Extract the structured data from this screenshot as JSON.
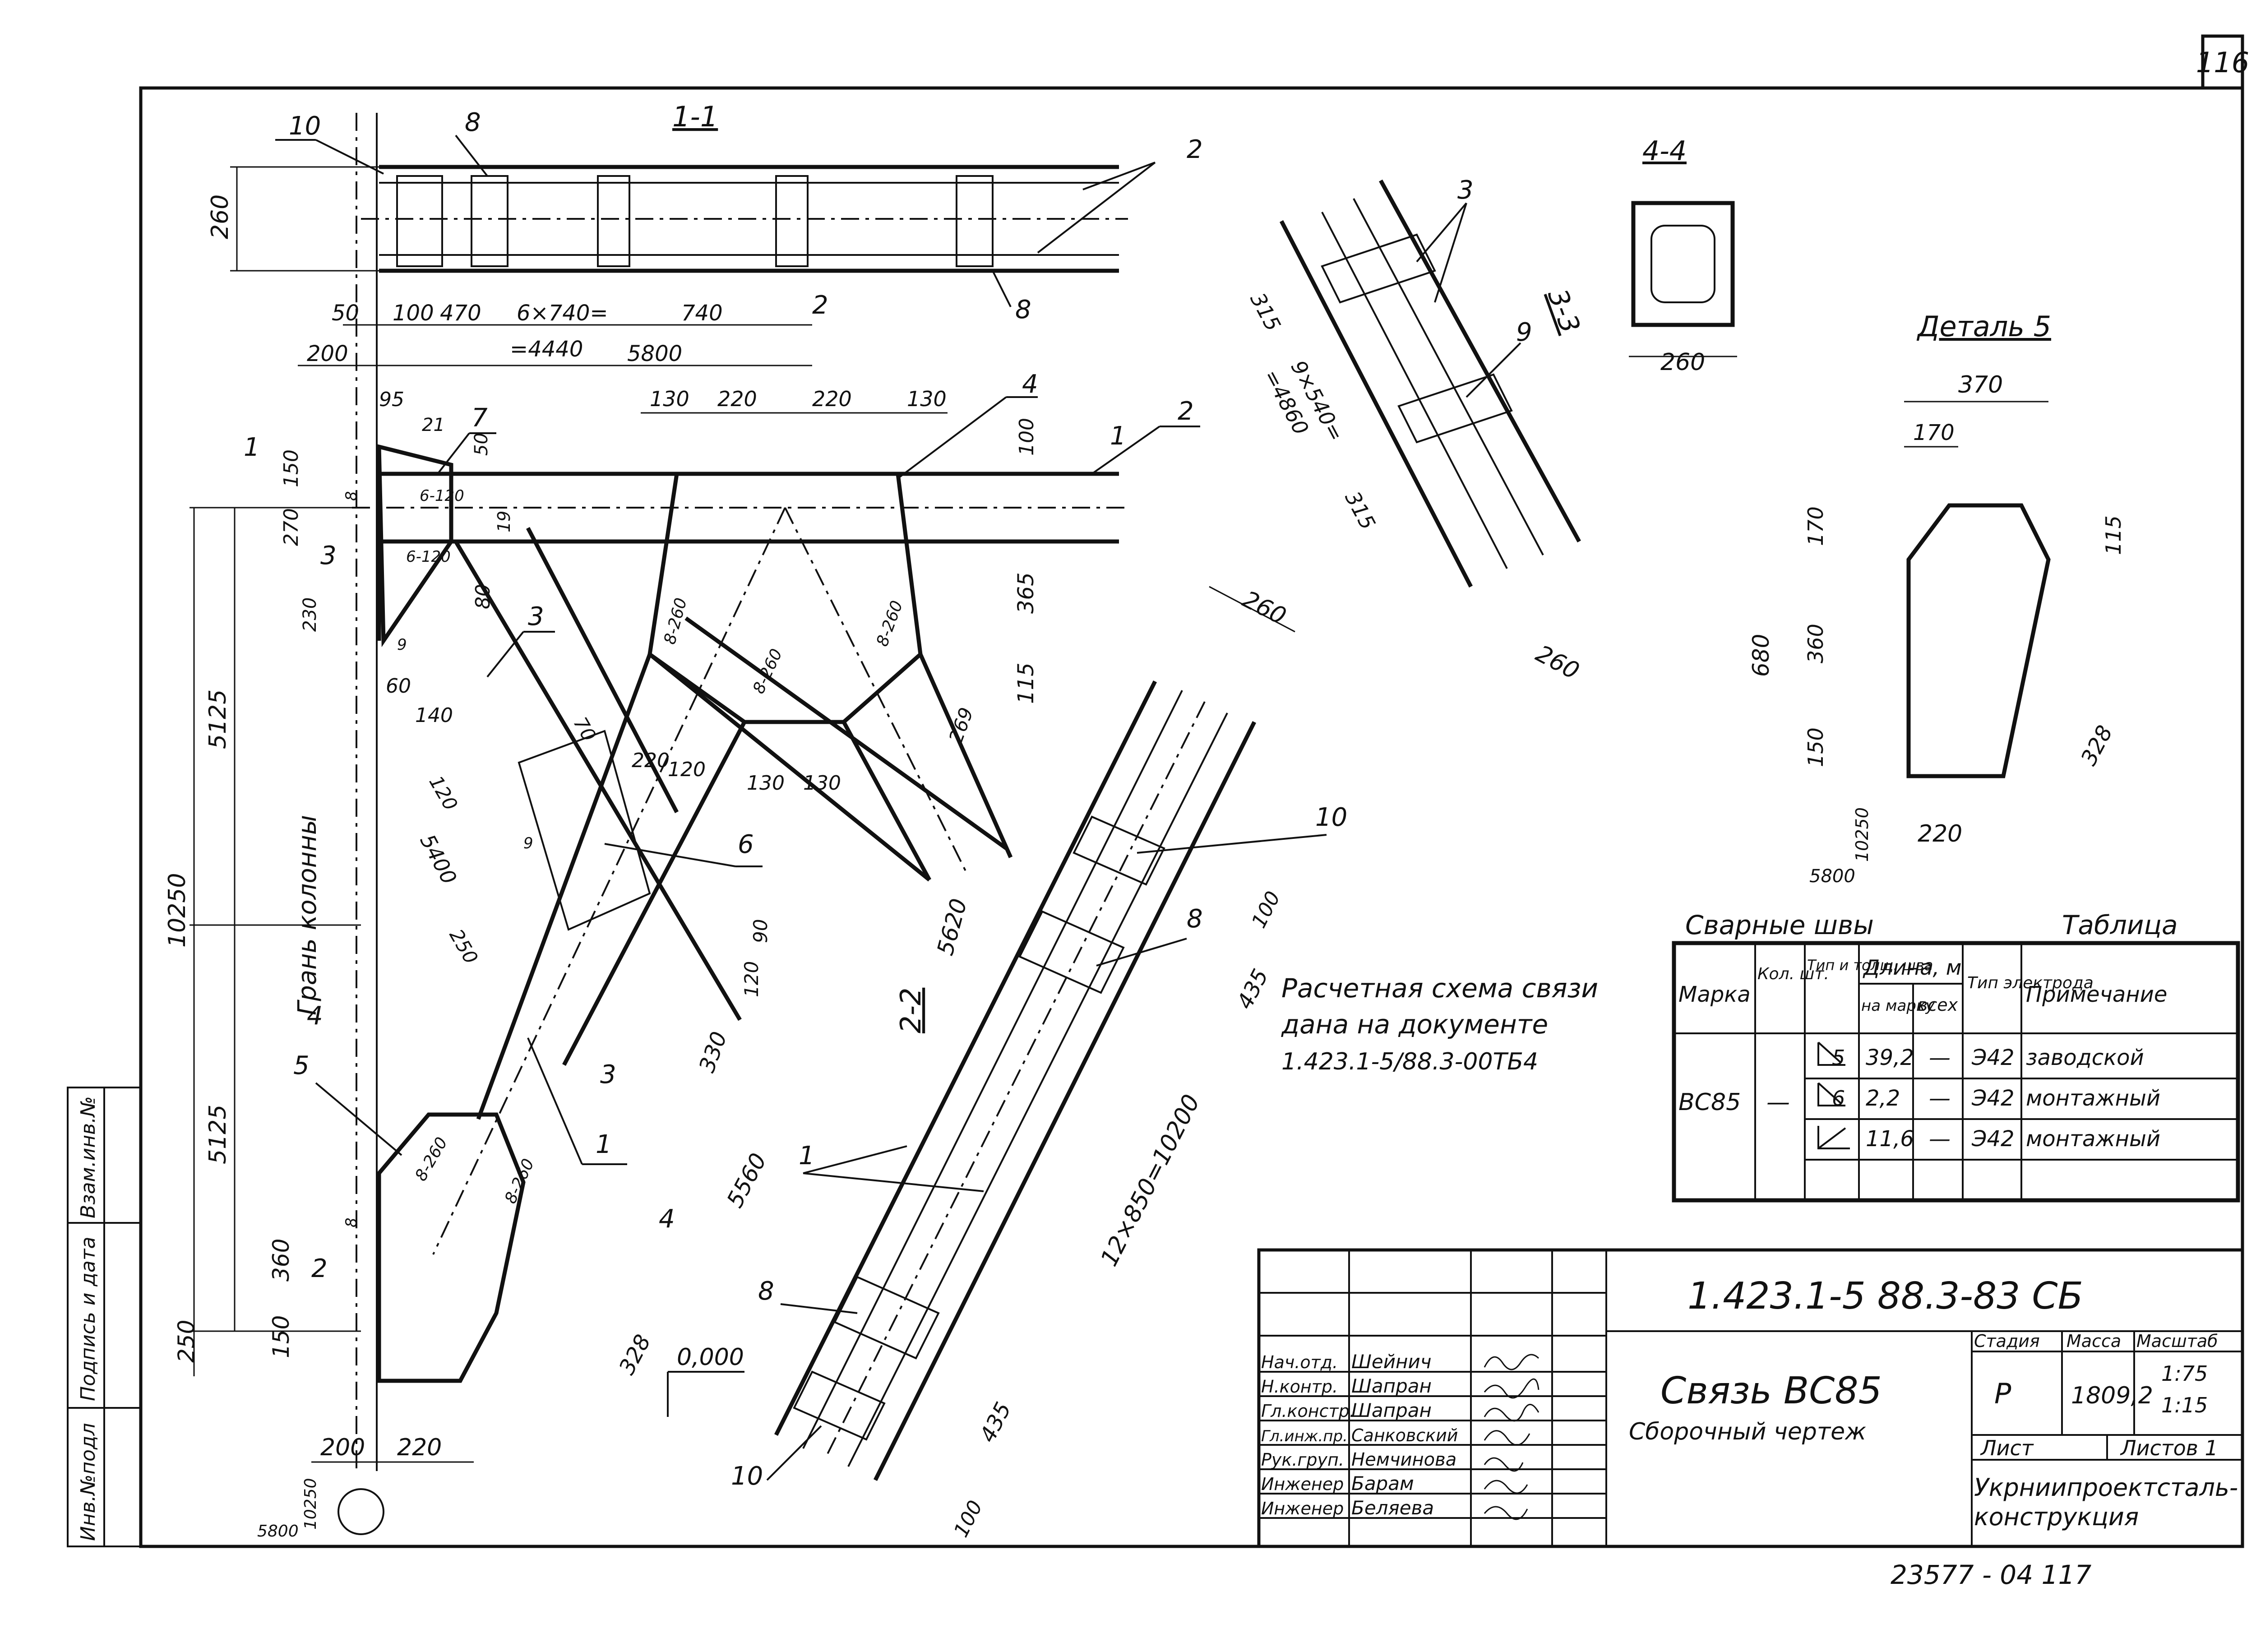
{
  "sheet": {
    "page_number": "116",
    "footer_code": "23577 - 04  117"
  },
  "sections": {
    "s11": "1-1",
    "s22": "2-2",
    "s33": "3-3",
    "s44": "4-4",
    "detail5": "Деталь 5",
    "cut1": "1",
    "cut2": "2",
    "cut3": "3",
    "cut4": "4"
  },
  "side_labels": {
    "inv_podl": "Инв.№подл",
    "podp_data": "Подпись и дата",
    "vzam": "Взам.инв.№",
    "column_face": "Грань колонны"
  },
  "note": {
    "line1": "Расчетная схема связи",
    "line2": "дана на документе",
    "line3": "1.423.1-5/88.3-00ТБ4"
  },
  "elevation": "0,000",
  "positions": [
    "1",
    "2",
    "3",
    "4",
    "5",
    "6",
    "7",
    "8",
    "9",
    "10"
  ],
  "weld_marks": [
    "8-260",
    "8-260",
    "8-260",
    "8-260",
    "8-260",
    "6-120",
    "6-120",
    "8",
    "8",
    "9",
    "9"
  ],
  "dims_11": [
    "260",
    "50",
    "100",
    "470",
    "6×740=",
    "=4440",
    "740",
    "200",
    "5800"
  ],
  "dims_main": [
    "95",
    "21",
    "50",
    "130",
    "220",
    "220",
    "130",
    "100",
    "150",
    "270",
    "19",
    "230",
    "80",
    "365",
    "115",
    "60",
    "140",
    "70",
    "120",
    "220",
    "120",
    "130",
    "130",
    "269",
    "5400",
    "250",
    "120",
    "90",
    "330",
    "5620",
    "5560",
    "328",
    "360",
    "150",
    "250",
    "200",
    "220",
    "5125",
    "5125",
    "10250"
  ],
  "dims_22": [
    "260",
    "100",
    "435",
    "12×850=10200",
    "435",
    "100"
  ],
  "dims_33": [
    "315",
    "9×540=",
    "=4860",
    "315",
    "260"
  ],
  "dims_44": [
    "260"
  ],
  "detail5_dims": [
    "370",
    "170",
    "115",
    "680",
    "170",
    "360",
    "150",
    "328",
    "220",
    "10250",
    "5800"
  ],
  "circle_dims": [
    "10250",
    "5800"
  ],
  "weld_table": {
    "title_left": "Сварные швы",
    "title_right": "Таблица",
    "headers": {
      "mark": "Марка",
      "qty": "Кол. шт.",
      "type": "Тип и толщ. шва",
      "length": "Длина, м",
      "per_mark": "на марку",
      "total": "всех",
      "electrode": "Тип электрода",
      "remark": "Примечание"
    },
    "mark": "ВС85",
    "qty": "—",
    "rows": [
      {
        "type": "5",
        "per_mark": "39,2",
        "total": "—",
        "electrode": "Э42",
        "remark": "заводской"
      },
      {
        "type": "6",
        "per_mark": "2,2",
        "total": "—",
        "electrode": "Э42",
        "remark": "монтажный"
      },
      {
        "type": "",
        "per_mark": "11,6",
        "total": "—",
        "electrode": "Э42",
        "remark": "монтажный"
      }
    ]
  },
  "title_block": {
    "doc_code": "1.423.1-5  88.3-83 СБ",
    "title": "Связь ВС85",
    "subtitle": "Сборочный чертеж",
    "stage_label": "Стадия",
    "mass_label": "Масса",
    "scale_label": "Масштаб",
    "stage": "Р",
    "mass": "1809,2",
    "scale1": "1:75",
    "scale2": "1:15",
    "sheet_label": "Лист",
    "sheets_label": "Листов 1",
    "org_line1": "Укрниипроектсталь-",
    "org_line2": "конструкция",
    "staff": [
      {
        "role": "Нач.отд.",
        "name": "Шейнич"
      },
      {
        "role": "Н.контр.",
        "name": "Шапран"
      },
      {
        "role": "Гл.констр.",
        "name": "Шапран"
      },
      {
        "role": "Гл.инж.пр.",
        "name": "Санковский"
      },
      {
        "role": "Рук.груп.",
        "name": "Немчинова"
      },
      {
        "role": "Инженер",
        "name": "Барам"
      },
      {
        "role": "Инженер",
        "name": "Беляева"
      }
    ]
  }
}
